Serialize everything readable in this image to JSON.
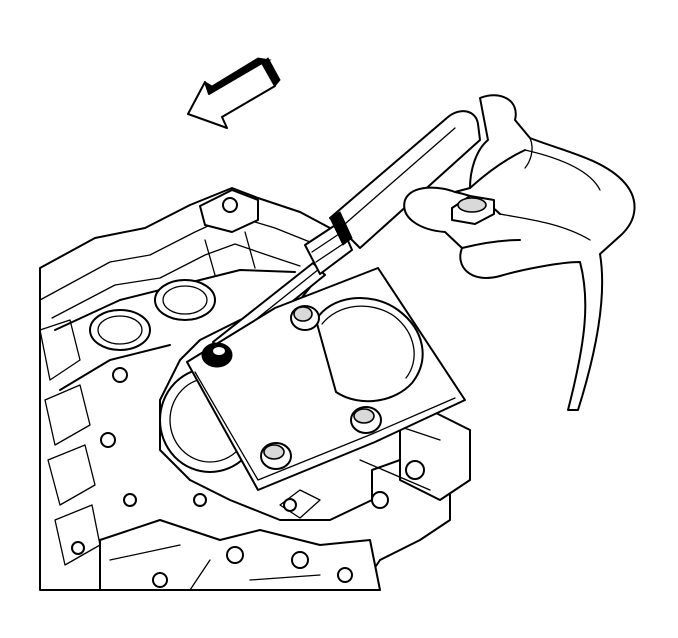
{
  "figure": {
    "colors": {
      "line": "#000000",
      "fill": "#ffffff",
      "shade": "#d9d9d9"
    },
    "parts": [
      {
        "name": "direction-arrow-icon"
      },
      {
        "name": "engine-block"
      },
      {
        "name": "cylinder-bore-plate"
      },
      {
        "name": "plate-bolt"
      },
      {
        "name": "screwdriver"
      },
      {
        "name": "hand"
      },
      {
        "name": "bolt-head"
      }
    ]
  }
}
